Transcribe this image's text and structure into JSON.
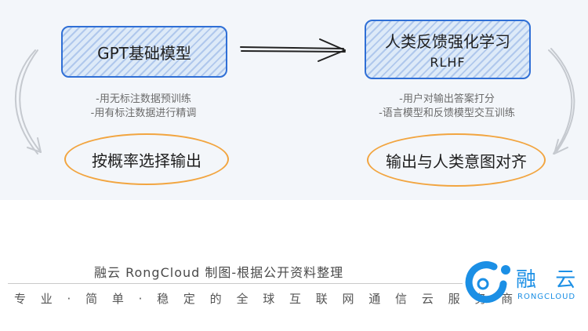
{
  "diagram": {
    "box_gpt": "GPT基础模型",
    "box_rlhf_title": "人类反馈强化学习",
    "box_rlhf_sub": "RLHF",
    "left_notes": [
      "-用无标注数据预训练",
      "-用有标注数据进行精调"
    ],
    "right_notes": [
      "-用户对输出答案打分",
      "-语言模型和反馈模型交互训练"
    ],
    "oval_left": "按概率选择输出",
    "oval_right": "输出与人类意图对齐"
  },
  "footer": {
    "credit": "融云 RongCloud 制图-根据公开资料整理",
    "tagline": "专 业 · 简 单 · 稳 定 的 全 球 互 联 网 通 信 云 服 务 商"
  },
  "logo": {
    "name_cn": "融 云",
    "name_en": "RONGCLOUD",
    "color": "#1b8fe5"
  },
  "colors": {
    "box_border": "#2f6fd6",
    "oval_border": "#f2a540",
    "panel_bg": "#f3f6fa"
  }
}
